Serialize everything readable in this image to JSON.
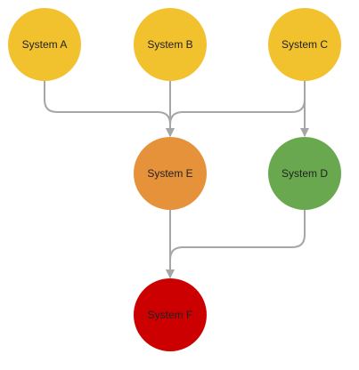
{
  "colors": {
    "edge": "#a6a6a6",
    "label": "#222222"
  },
  "nodes": [
    {
      "id": "A",
      "label": "System A",
      "color": "#f2c12e"
    },
    {
      "id": "B",
      "label": "System B",
      "color": "#f2c12e"
    },
    {
      "id": "C",
      "label": "System C",
      "color": "#f2c12e"
    },
    {
      "id": "E",
      "label": "System E",
      "color": "#e6923a"
    },
    {
      "id": "D",
      "label": "System D",
      "color": "#6aa84f"
    },
    {
      "id": "F",
      "label": "System F",
      "color": "#cc0000"
    }
  ],
  "edges": [
    {
      "from": "A",
      "to": "E"
    },
    {
      "from": "B",
      "to": "E"
    },
    {
      "from": "C",
      "to": "E"
    },
    {
      "from": "C",
      "to": "D"
    },
    {
      "from": "E",
      "to": "F"
    },
    {
      "from": "D",
      "to": "F"
    }
  ]
}
